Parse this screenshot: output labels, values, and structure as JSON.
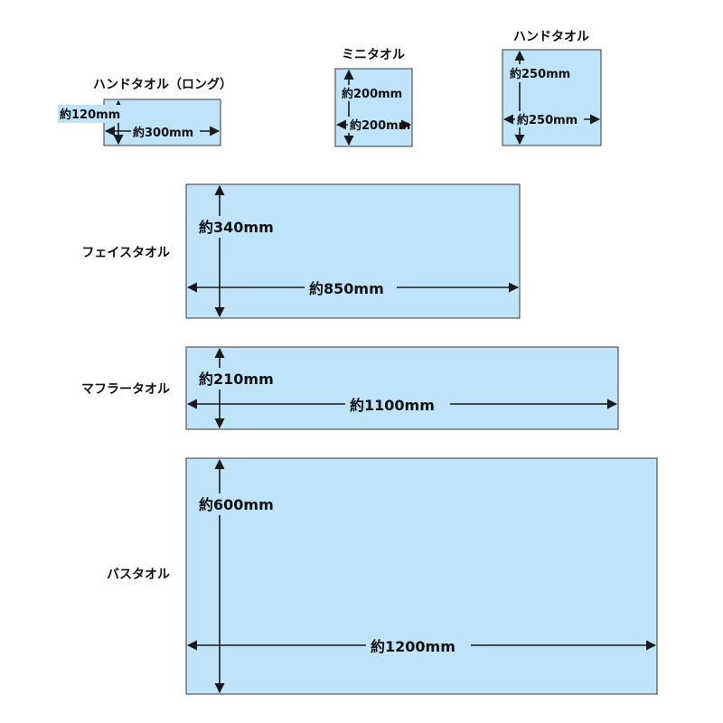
{
  "colors": {
    "towel_fill": "#BFE3F8",
    "towel_stroke": "#3A3A3A",
    "arrow": "#1A1A1A"
  },
  "towels": [
    {
      "id": "hand-long",
      "name": "ハンドタオル（ロング）",
      "height_label": "約120mm",
      "width_label": "約300mm"
    },
    {
      "id": "mini",
      "name": "ミニタオル",
      "height_label": "約200mm",
      "width_label": "約200mm"
    },
    {
      "id": "hand",
      "name": "ハンドタオル",
      "height_label": "約250mm",
      "width_label": "約250mm"
    },
    {
      "id": "face",
      "name": "フェイスタオル",
      "height_label": "約340mm",
      "width_label": "約850mm"
    },
    {
      "id": "muffler",
      "name": "マフラータオル",
      "height_label": "約210mm",
      "width_label": "約1100mm"
    },
    {
      "id": "bath",
      "name": "バスタオル",
      "height_label": "約600mm",
      "width_label": "約1200mm"
    }
  ]
}
